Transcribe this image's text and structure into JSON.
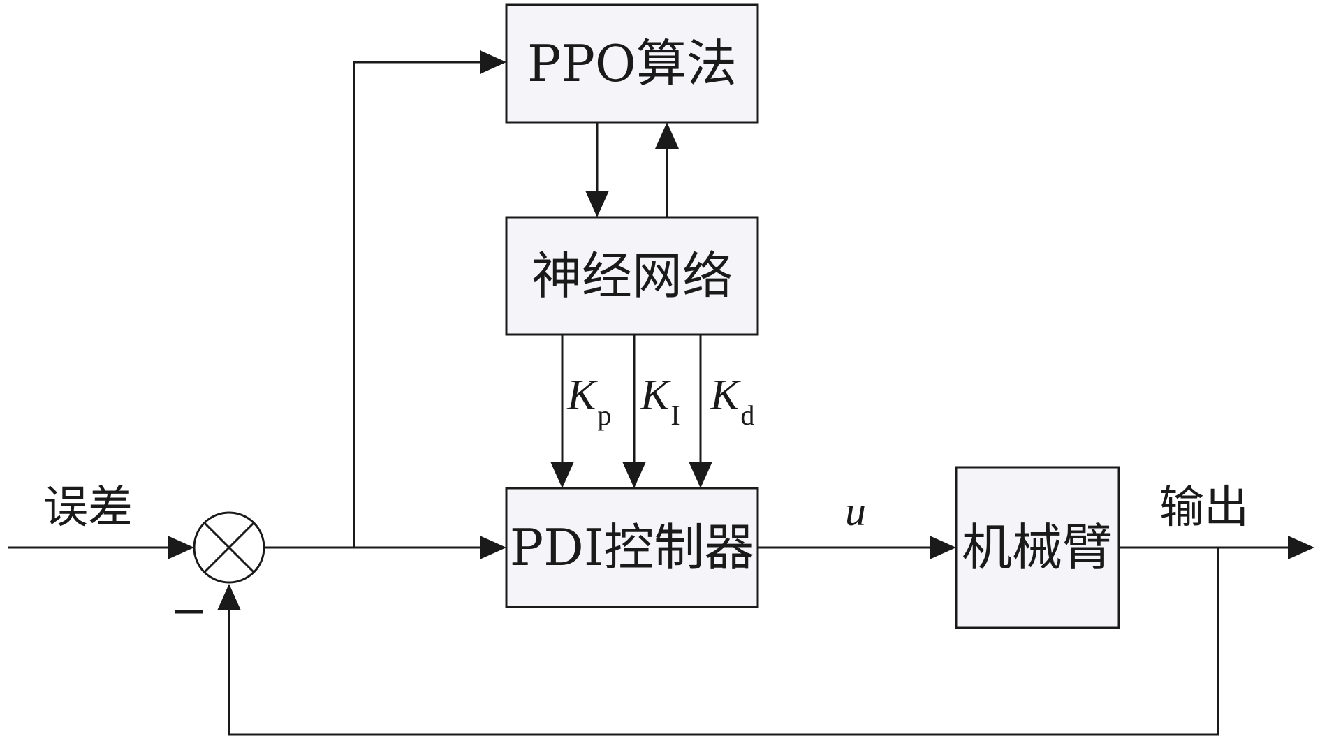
{
  "blocks": {
    "ppo": "PPO算法",
    "neural_network": "神经网络",
    "pdi_controller": "PDI控制器",
    "robot_arm": "机械臂"
  },
  "signals": {
    "error": "误差",
    "output": "输出",
    "control": "u",
    "minus_sign": "−"
  },
  "gains": [
    {
      "symbol": "K",
      "subscript": "p"
    },
    {
      "symbol": "K",
      "subscript": "I"
    },
    {
      "symbol": "K",
      "subscript": "d"
    }
  ]
}
